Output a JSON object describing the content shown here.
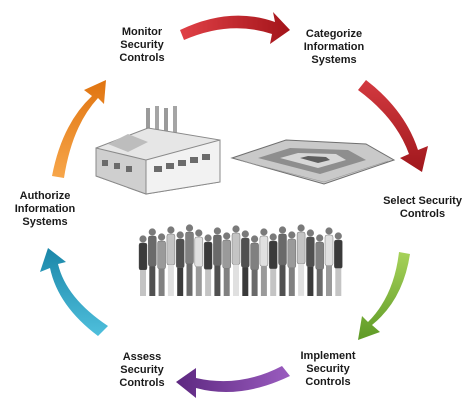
{
  "cycle": {
    "steps": [
      {
        "id": "categorize",
        "label": "Categorize\nInformation\nSystems",
        "arrow_color": "#c8252b"
      },
      {
        "id": "select",
        "label": "Select Security\nControls",
        "arrow_color": "#b82226"
      },
      {
        "id": "implement",
        "label": "Implement\nSecurity\nControls",
        "arrow_color": "#7fb53a"
      },
      {
        "id": "assess",
        "label": "Assess\nSecurity\nControls",
        "arrow_color": "#7c3a9a"
      },
      {
        "id": "authorize",
        "label": "Authorize\nInformation\nSystems",
        "arrow_color": "#2aa3c4"
      },
      {
        "id": "monitor",
        "label": "Monitor\nSecurity\nControls",
        "arrow_color": "#f08a24"
      }
    ]
  },
  "center_images": {
    "factory": "factory-illustration",
    "pentagon": "pentagon-building-illustration",
    "people": "workforce-group-illustration"
  }
}
